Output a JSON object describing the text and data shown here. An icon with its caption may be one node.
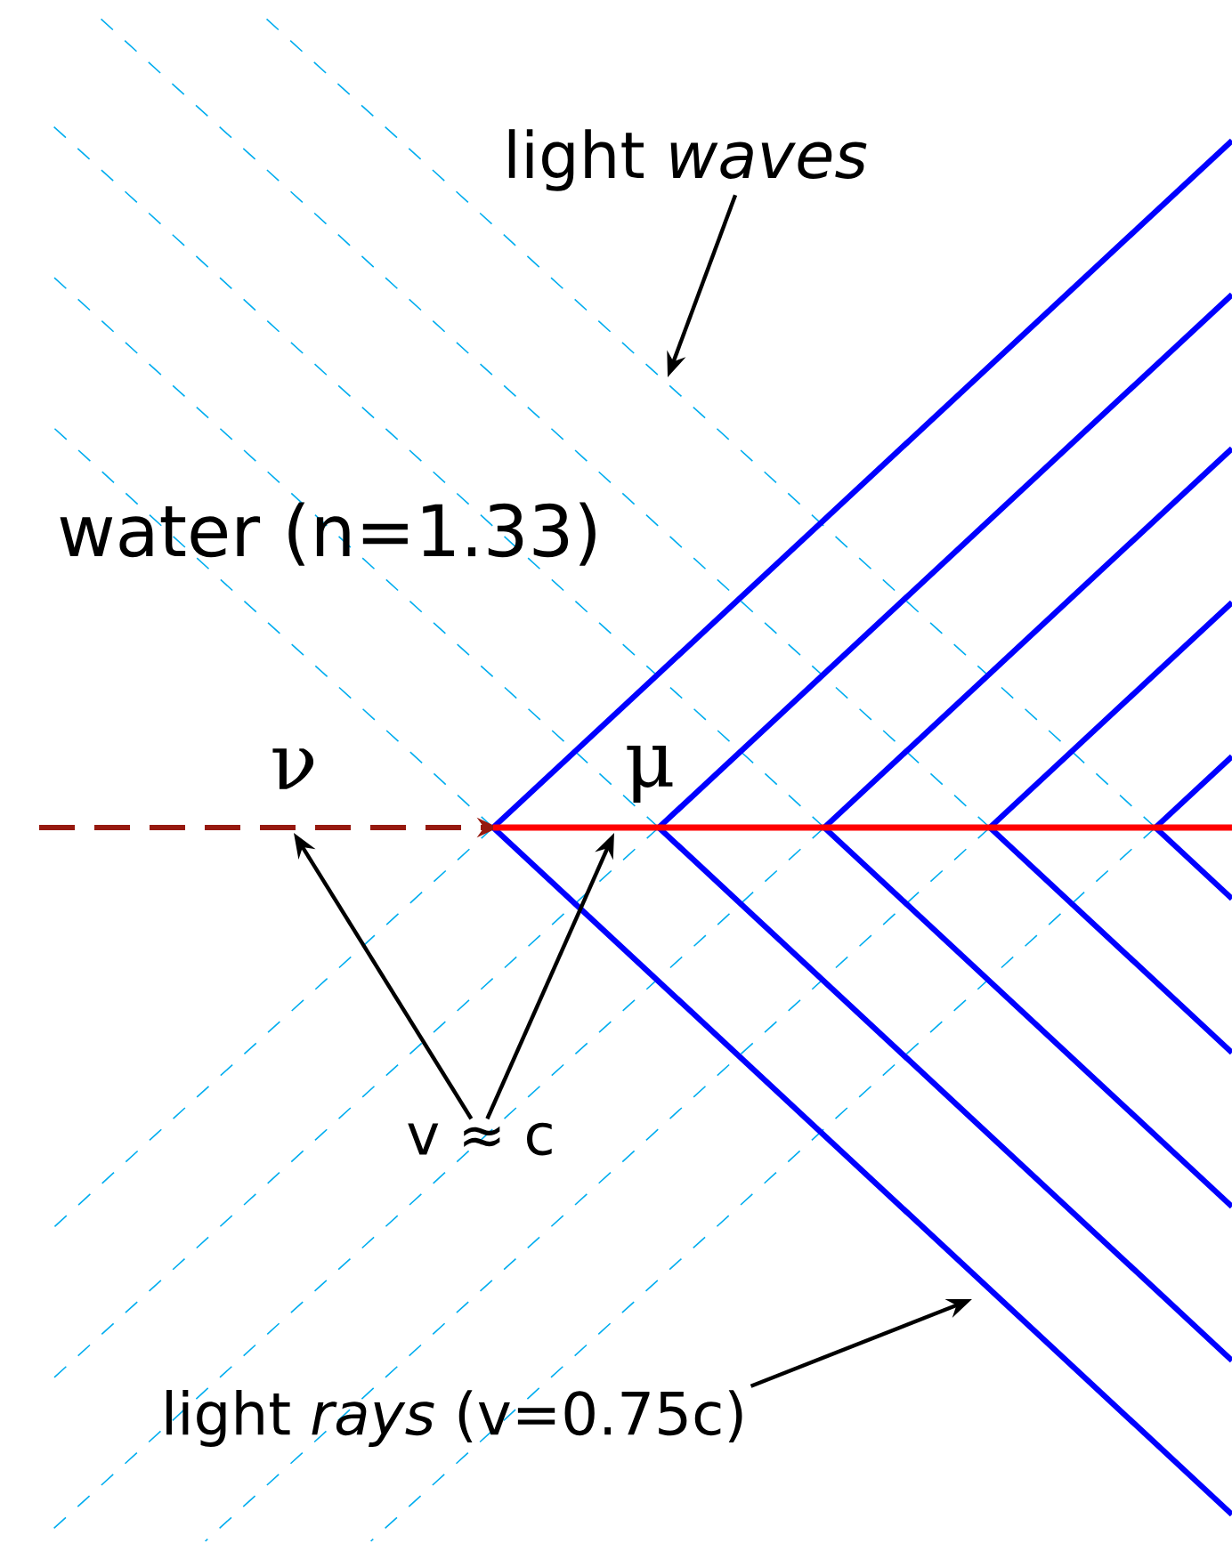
{
  "diagram": {
    "nodes": [
      {
        "text": [
          "light *waves*"
        ]
      },
      {
        "text": [
          "v ≈ c"
        ]
      },
      {
        "text": [
          "light *rays* (v=0.75c)"
        ]
      },
      {
        "text": [],
        "shape": "line"
      },
      {
        "text": [],
        "shape": "line"
      }
    ],
    "edges": [
      {
        "from": 0,
        "to": null,
        "arrow": "to"
      },
      {
        "from": 1,
        "to": 3,
        "arrow": "to"
      },
      {
        "from": 1,
        "to": 4,
        "arrow": "to"
      },
      {
        "from": 2,
        "to": null,
        "arrow": "to"
      }
    ],
    "labels": [
      "water (n=1.33)",
      "ν",
      "μ"
    ]
  }
}
